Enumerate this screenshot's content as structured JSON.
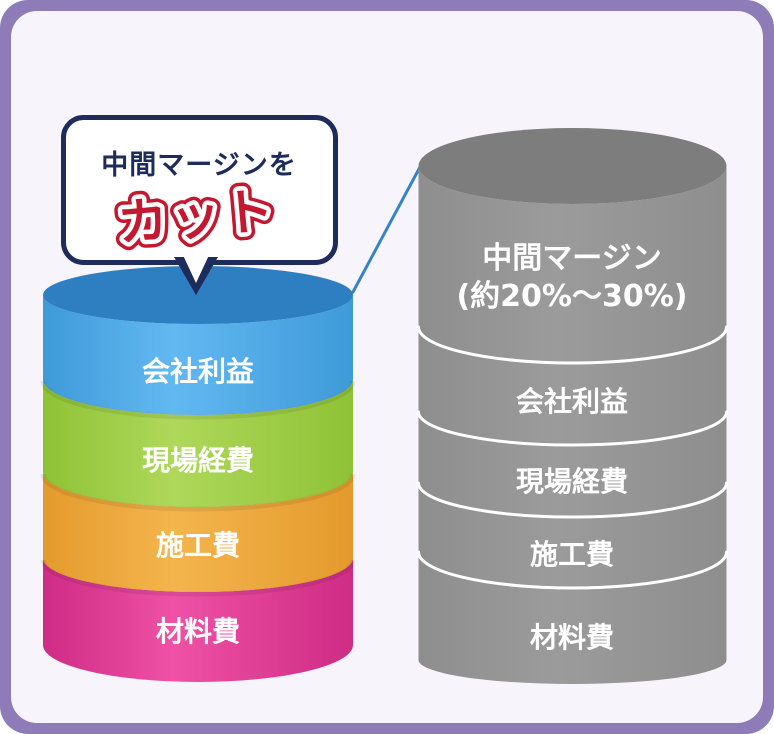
{
  "page": {
    "frame_color": "#8d7cb8",
    "card_color": "#f8f4fc"
  },
  "callout": {
    "line1": "中間マージンを",
    "line2": "カット",
    "text_color": "#1d2c5a",
    "border_color": "#1d2c5a",
    "bubble_fill": "#ffffff",
    "accent_color": "#c3182f",
    "accent_outline": "#ffffff"
  },
  "connector": {
    "color": "#3584c6"
  },
  "left_cylinder": {
    "top_color": "#2e7ec2",
    "segments": [
      {
        "label": "会社利益",
        "edge_color": "#3f9ad9",
        "center_color": "#62b8f1"
      },
      {
        "label": "現場経費",
        "edge_color": "#8fc236",
        "center_color": "#aed85a"
      },
      {
        "label": "施工費",
        "edge_color": "#e49a2c",
        "center_color": "#f4b54d"
      },
      {
        "label": "材料費",
        "edge_color": "#cf2c85",
        "center_color": "#ee51a5"
      }
    ]
  },
  "right_cylinder": {
    "top_color": "#7d7d7d",
    "body_edge_color": "#8e8e8e",
    "body_center_color": "#9b9b9b",
    "divider_color": "#ffffff",
    "top_segment": {
      "line1": "中間マージン",
      "line2": "(約20%～30%)"
    },
    "segments": [
      {
        "label": "会社利益"
      },
      {
        "label": "現場経費"
      },
      {
        "label": "施工費"
      },
      {
        "label": "材料費"
      }
    ]
  }
}
